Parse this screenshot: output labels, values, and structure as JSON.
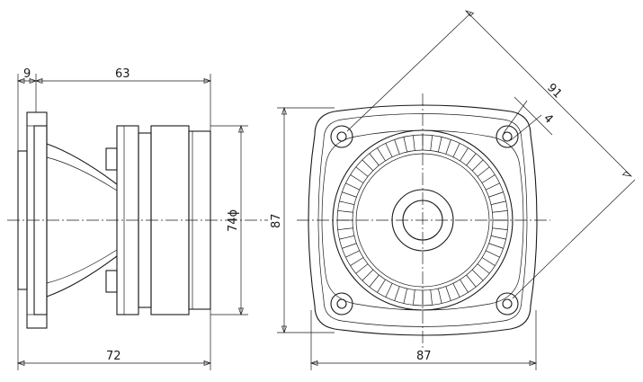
{
  "dimensions": {
    "flange_thickness": "9",
    "body_length": "63",
    "overall_length": "72",
    "magnet_diameter": "74ϕ",
    "front_height": "87",
    "front_width": "87",
    "hole_spacing_diagonal": "91",
    "hole_diameter": "4"
  }
}
